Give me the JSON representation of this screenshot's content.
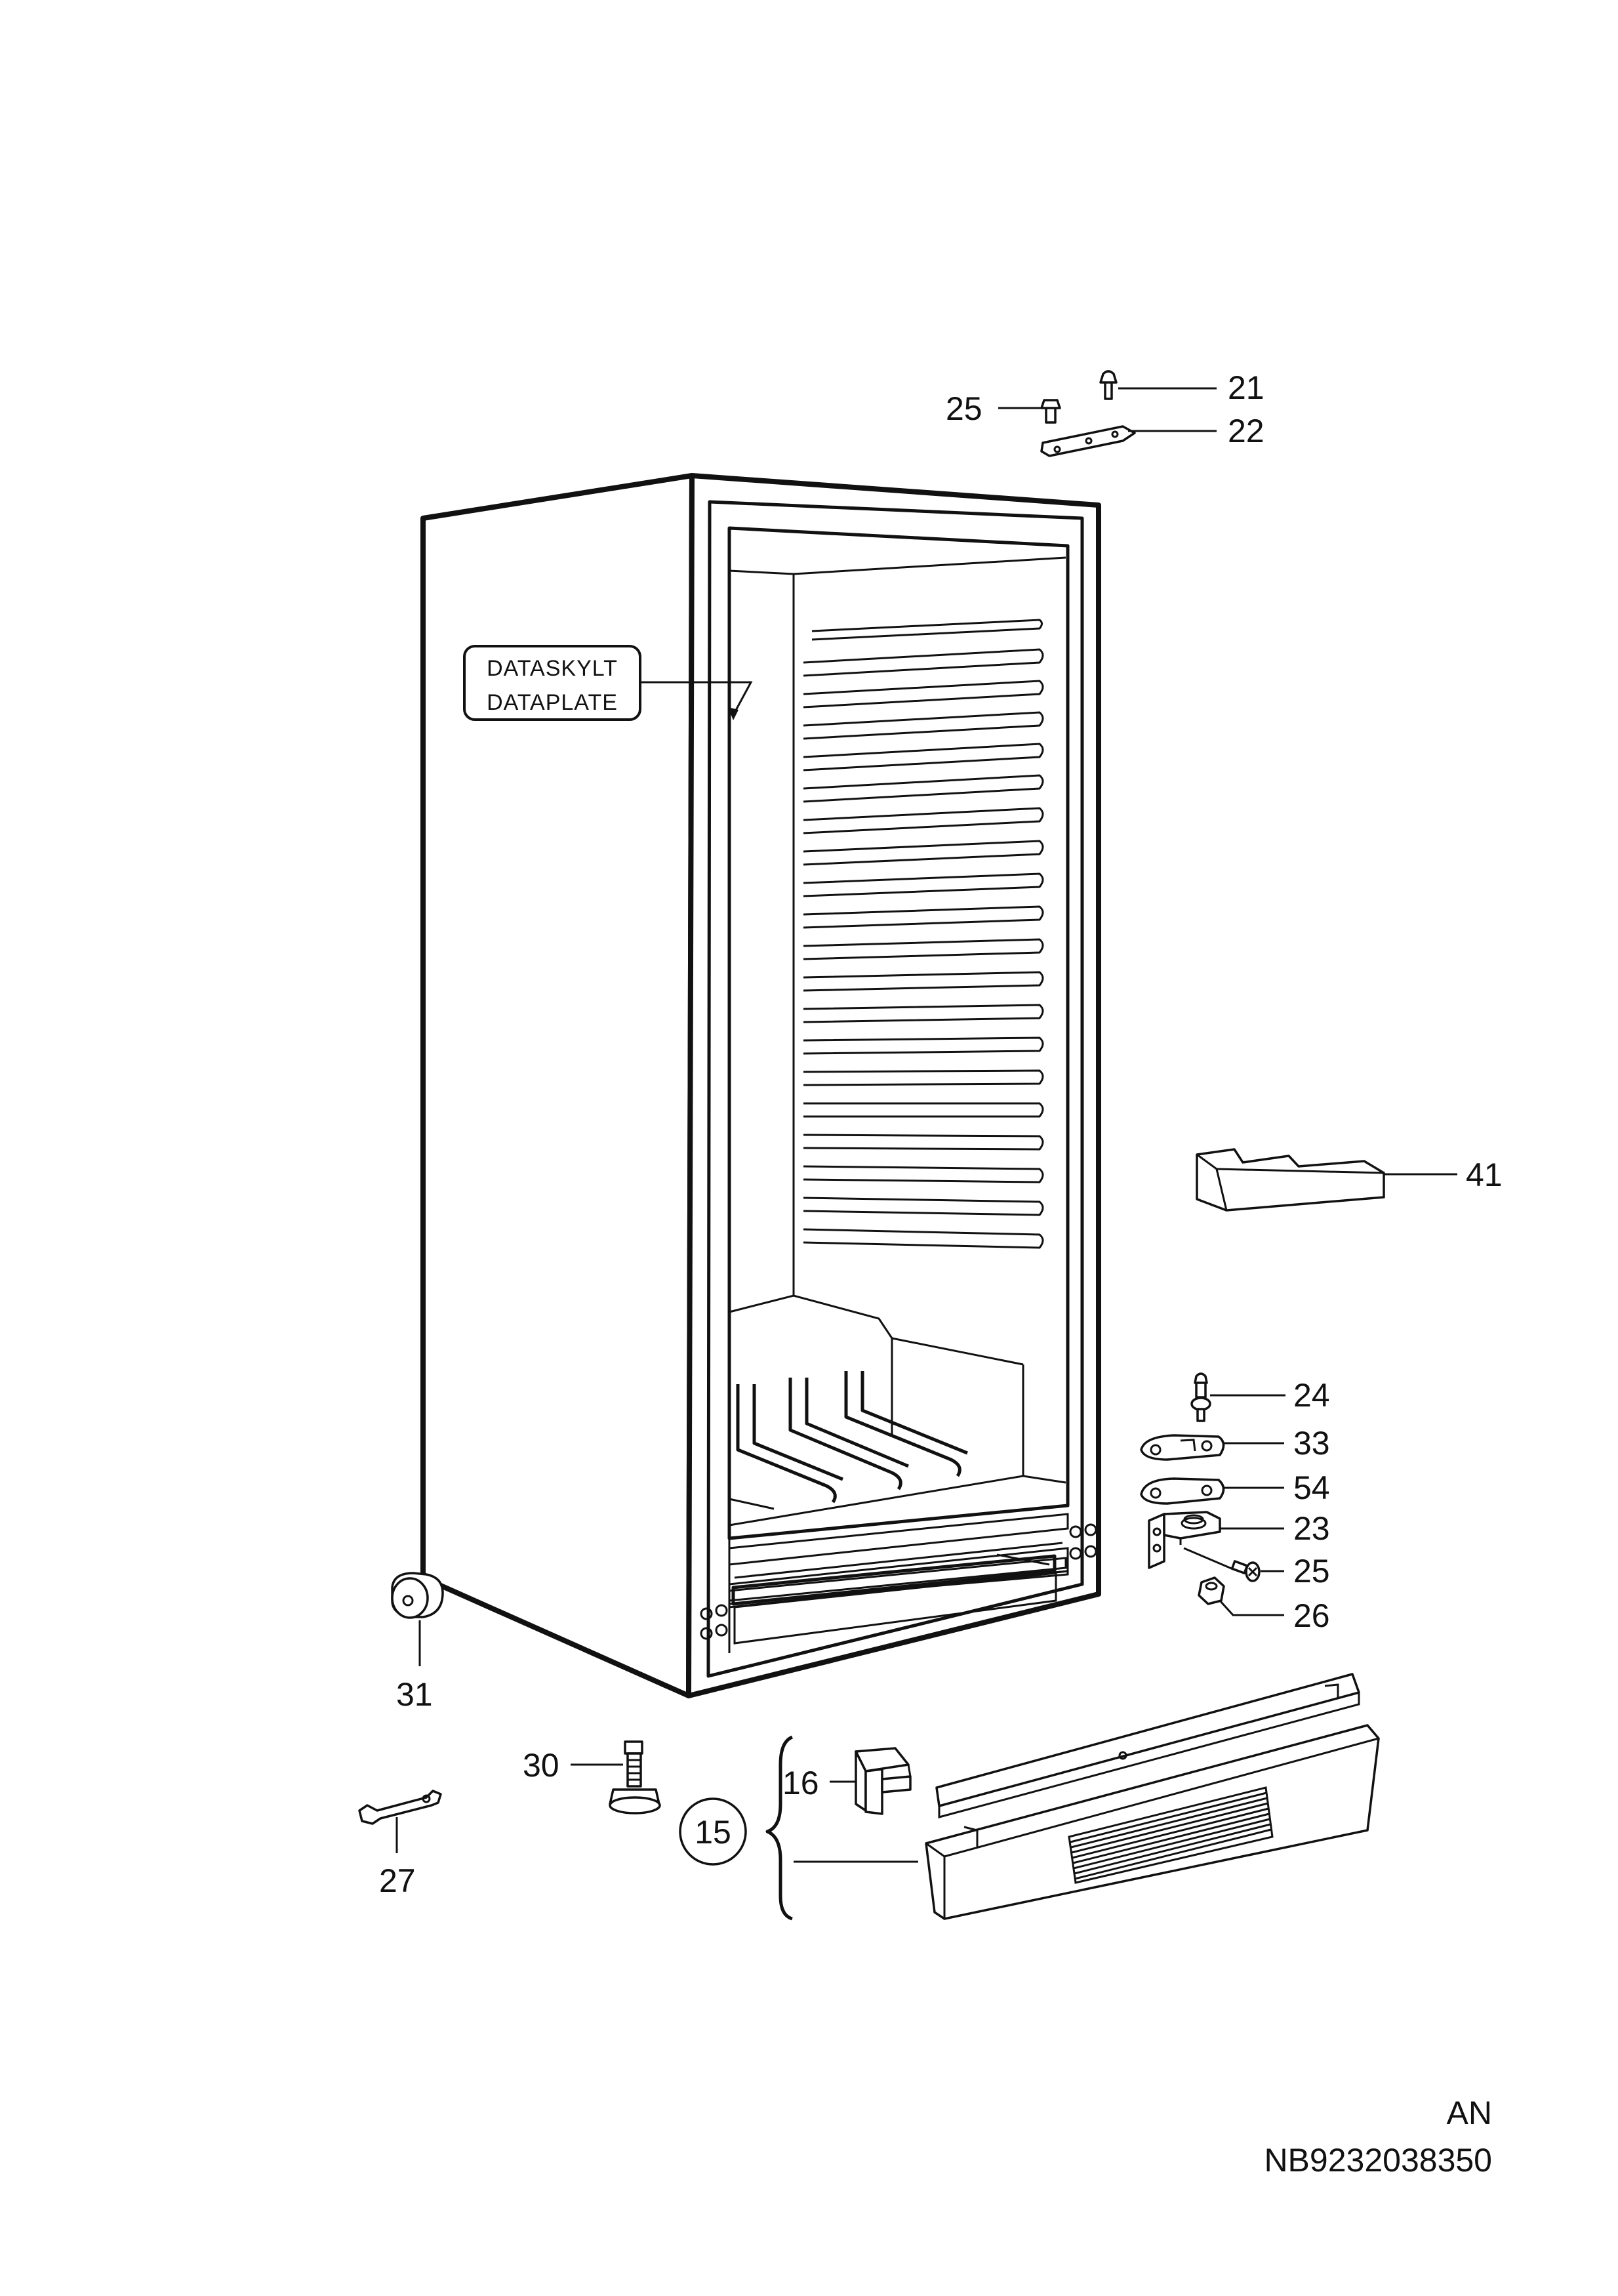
{
  "diagram": {
    "data_plate": {
      "line1": "DATASKYLT",
      "line2": "DATAPLATE"
    },
    "callouts": {
      "c21": "21",
      "c22": "22",
      "c25_top": "25",
      "c41": "41",
      "c24": "24",
      "c33": "33",
      "c54": "54",
      "c23": "23",
      "c25_hinge": "25",
      "c26": "26",
      "c31": "31",
      "c30": "30",
      "c27": "27",
      "c16": "16",
      "c15": "15"
    },
    "footer": {
      "lang": "AN",
      "code": "NB9232038350"
    }
  }
}
